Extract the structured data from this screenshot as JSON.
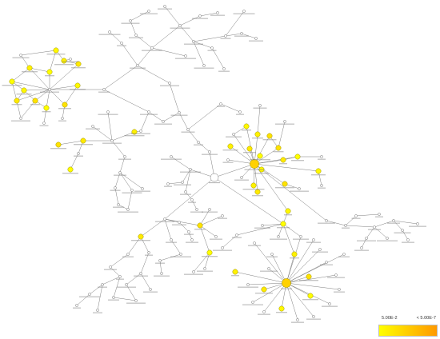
{
  "graph": {
    "colors": {
      "plain_node_fill": "#ffffff",
      "significant_low": "#ffff00",
      "significant_high": "#ff9900",
      "edge": "#6e6e6e"
    },
    "significant_nodes": [
      "tl-1",
      "tl-2",
      "tl-3",
      "tl-4",
      "tl-5",
      "tl-6",
      "tl-7",
      "tl-8",
      "tl-9",
      "tl-10",
      "tl-11",
      "tl-12",
      "ml-1",
      "ml-2",
      "ml-3",
      "ml-4",
      "cr-1",
      "cr-2",
      "cr-3",
      "cr-4",
      "cr-5",
      "cr-6",
      "cr-7",
      "cr-8",
      "cr-9",
      "cr-10",
      "cr-11",
      "cr-12",
      "cr-13",
      "cr-14",
      "bl-1",
      "bl-2",
      "bl-3",
      "bh-1",
      "bh-2",
      "bh-3",
      "bh-4",
      "bh-5",
      "bh-6",
      "bh-7",
      "bh-8"
    ],
    "hub_nodes": [
      "cr-hub",
      "bh-hub"
    ]
  },
  "legend": {
    "min_label": "5.00E-2",
    "max_label": "< 5.00E-7",
    "colors": [
      "#ffff00",
      "#ff9900"
    ]
  }
}
